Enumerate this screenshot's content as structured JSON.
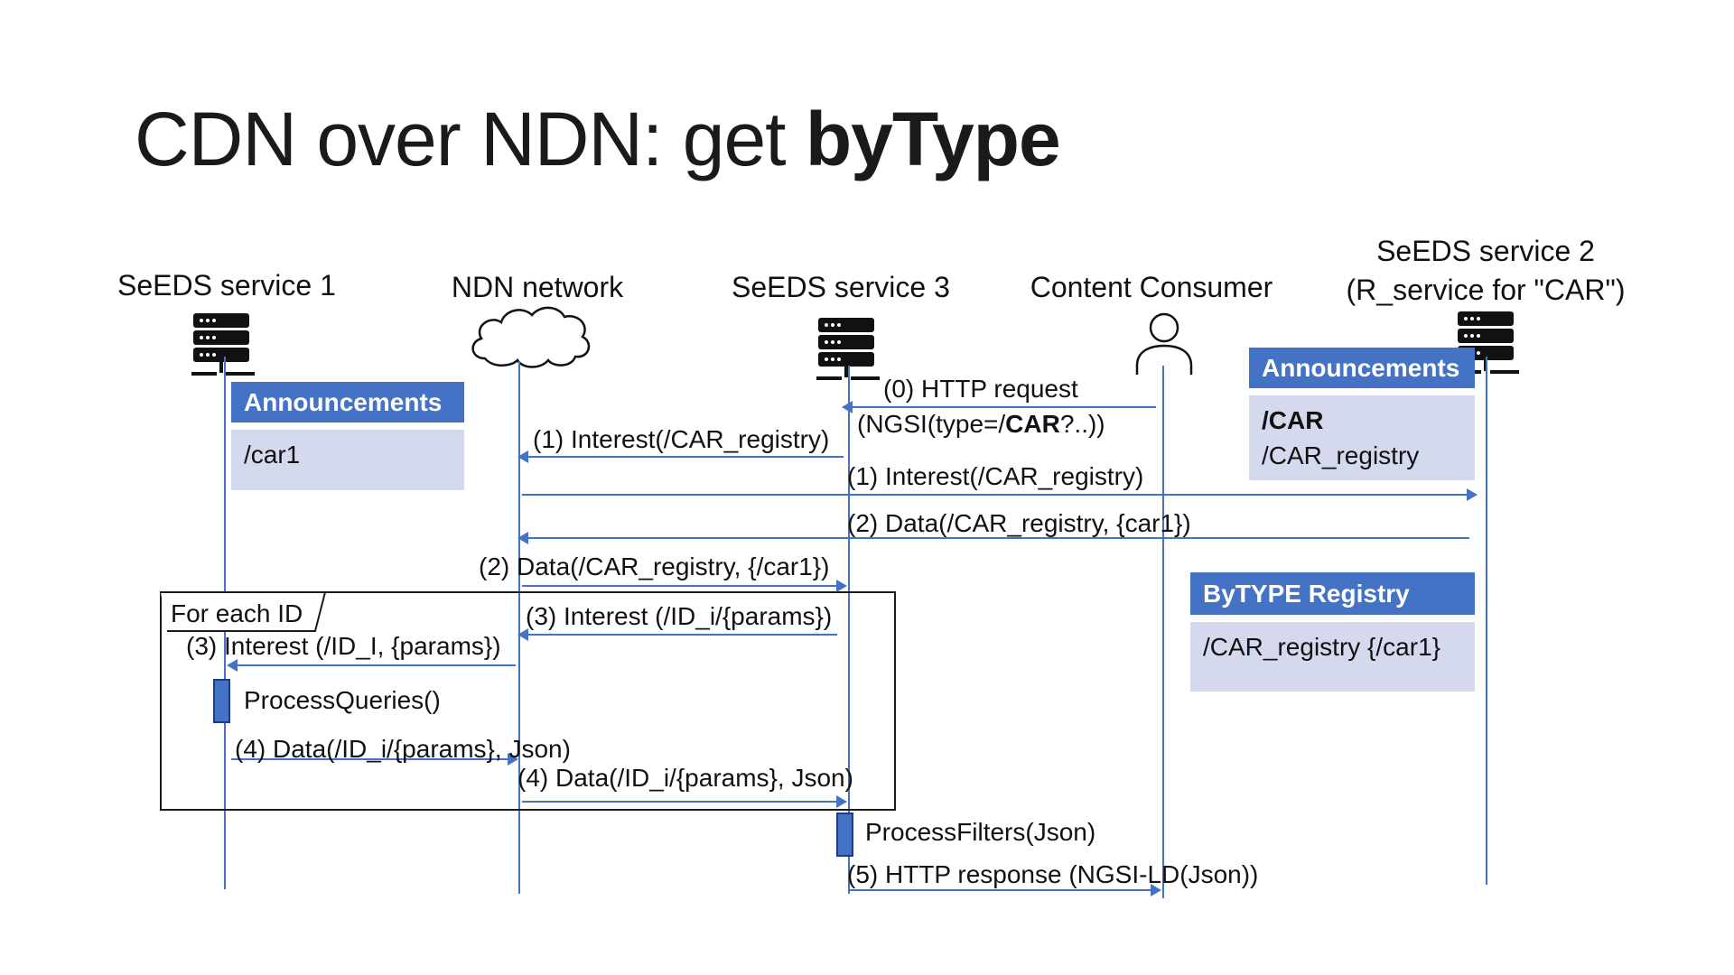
{
  "slide": {
    "title_prefix": "CDN over NDN: get ",
    "title_bold": "byType"
  },
  "participants": {
    "seeds1": "SeEDS service 1",
    "ndn": "NDN network",
    "seeds3": "SeEDS service 3",
    "consumer": "Content Consumer",
    "seeds2_line1": "SeEDS service 2",
    "seeds2_line2": "(R_service for \"CAR\")"
  },
  "boxes": {
    "ann1_title": "Announcements",
    "ann1_item": "/car1",
    "ann2_title": "Announcements",
    "ann2_item1": "/CAR",
    "ann2_item2": "/CAR_registry",
    "registry_title": "ByTYPE Registry",
    "registry_item": "/CAR_registry {/car1}"
  },
  "frame": {
    "label": "For each ID"
  },
  "messages": {
    "m0a": "(0) HTTP request",
    "m0b_pre": "(NGSI(type=/",
    "m0b_bold": "CAR",
    "m0b_post": "?..))",
    "m1a": "(1) Interest(/CAR_registry)",
    "m1b": "(1) Interest(/CAR_registry)",
    "m2a": "(2) Data(/CAR_registry, {car1})",
    "m2b": "(2) Data(/CAR_registry, {/car1})",
    "m3a": "(3) Interest (/ID_i/{params})",
    "m3b": "(3) Interest (/ID_I, {params})",
    "process_queries": "ProcessQueries()",
    "m4a": "(4) Data(/ID_i/{params}, Json)",
    "m4b": "(4) Data(/ID_i/{params}, Json)",
    "process_filters": "ProcessFilters(Json)",
    "m5": "(5) HTTP response (NGSI-LD(Json))"
  },
  "colors": {
    "accent": "#4472c4",
    "box_body": "#d4d9ee",
    "text": "#111111"
  },
  "icons": {
    "server": "server-icon",
    "cloud": "cloud-icon",
    "user": "user-icon"
  }
}
